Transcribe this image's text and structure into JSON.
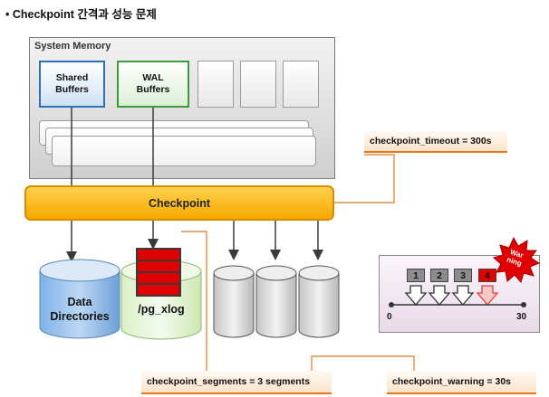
{
  "title": "• Checkpoint 간격과 성능 문제",
  "system_memory": {
    "label": "System Memory",
    "shared_buffers": "Shared\nBuffers",
    "wal_buffers": "WAL\nBuffers"
  },
  "checkpoint": {
    "label": "Checkpoint"
  },
  "storage": {
    "data_directories": "Data\nDirectories",
    "pg_xlog": "/pg_xlog"
  },
  "params": {
    "timeout": "checkpoint_timeout = 300s",
    "segments": "checkpoint_segments = 3 segments",
    "warning": "checkpoint_warning = 30s"
  },
  "inset": {
    "segments": [
      "1",
      "2",
      "3",
      "4"
    ],
    "axis_start": "0",
    "axis_end": "30",
    "warning_badge": "War\nning"
  },
  "colors": {
    "orange_line": "#e8741c",
    "checkpoint_fill": "#f6a800",
    "shared_border": "#2e6fb6",
    "wal_border": "#3c9a3c",
    "xlog_red": "#e00000",
    "badge_red": "#e00000"
  }
}
